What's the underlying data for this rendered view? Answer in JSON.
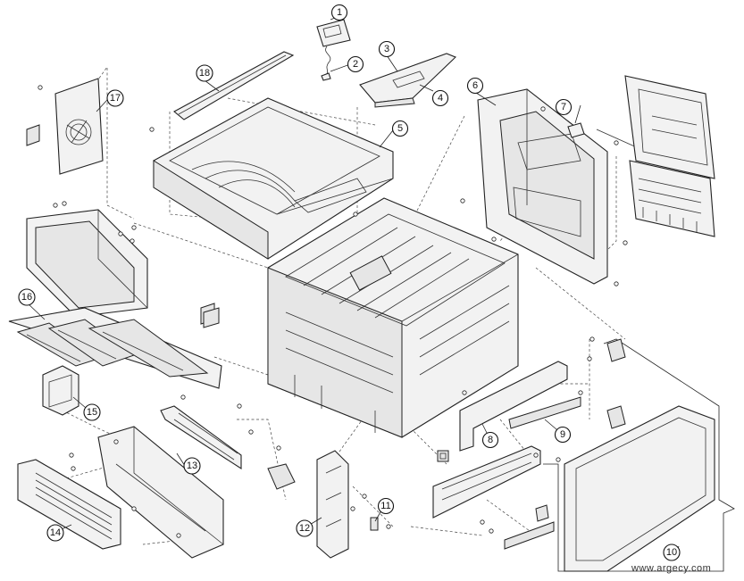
{
  "callouts": [
    {
      "id": "1",
      "label": "1"
    },
    {
      "id": "2",
      "label": "2"
    },
    {
      "id": "3",
      "label": "3"
    },
    {
      "id": "4",
      "label": "4"
    },
    {
      "id": "5",
      "label": "5"
    },
    {
      "id": "6",
      "label": "6"
    },
    {
      "id": "7",
      "label": "7"
    },
    {
      "id": "8",
      "label": "8"
    },
    {
      "id": "9",
      "label": "9"
    },
    {
      "id": "10",
      "label": "10"
    },
    {
      "id": "11",
      "label": "11"
    },
    {
      "id": "12",
      "label": "12"
    },
    {
      "id": "13",
      "label": "13"
    },
    {
      "id": "14",
      "label": "14"
    },
    {
      "id": "15",
      "label": "15"
    },
    {
      "id": "16",
      "label": "16"
    },
    {
      "id": "17",
      "label": "17"
    },
    {
      "id": "18",
      "label": "18"
    }
  ],
  "watermark": "www.argecy.com"
}
